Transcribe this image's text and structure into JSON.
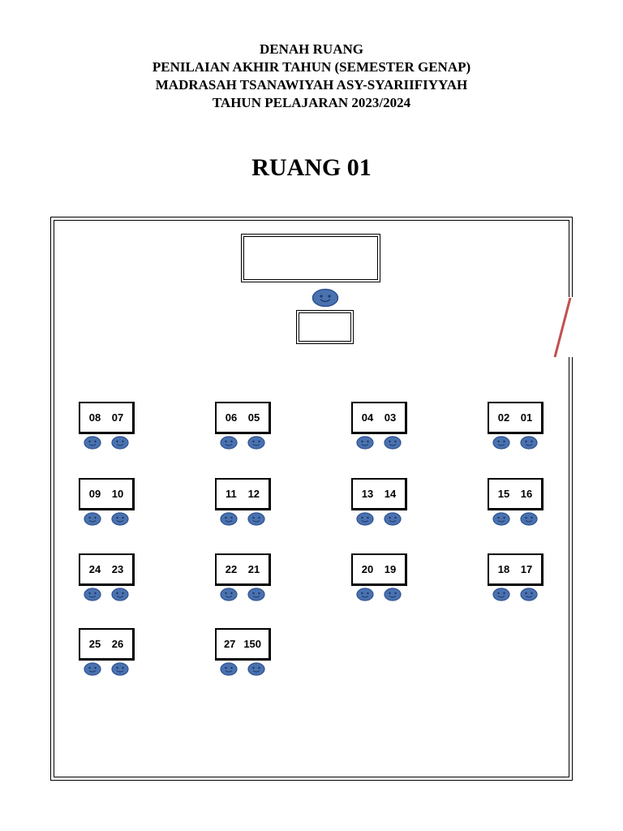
{
  "header": {
    "line1": "DENAH RUANG",
    "line2": "PENILAIAN AKHIR TAHUN (SEMESTER GENAP)",
    "line3": "MADRASAH TSANAWIYAH ASY-SYARIIFIYYAH",
    "line4": "TAHUN PELAJARAN 2023/2024"
  },
  "room_title": "RUANG 01",
  "desks": [
    {
      "left": "08",
      "right": "07"
    },
    {
      "left": "06",
      "right": "05"
    },
    {
      "left": "04",
      "right": "03"
    },
    {
      "left": "02",
      "right": "01"
    },
    {
      "left": "09",
      "right": "10"
    },
    {
      "left": "11",
      "right": "12"
    },
    {
      "left": "13",
      "right": "14"
    },
    {
      "left": "15",
      "right": "16"
    },
    {
      "left": "24",
      "right": "23"
    },
    {
      "left": "22",
      "right": "21"
    },
    {
      "left": "20",
      "right": "19"
    },
    {
      "left": "18",
      "right": "17"
    },
    {
      "left": "25",
      "right": "26"
    },
    {
      "left": "27",
      "right": "150"
    }
  ],
  "colors": {
    "seat_fill": "#4a72b0",
    "seat_stroke": "#2f528f",
    "door": "#c0504d"
  },
  "icons": {
    "seat": "smiley-face-icon"
  }
}
